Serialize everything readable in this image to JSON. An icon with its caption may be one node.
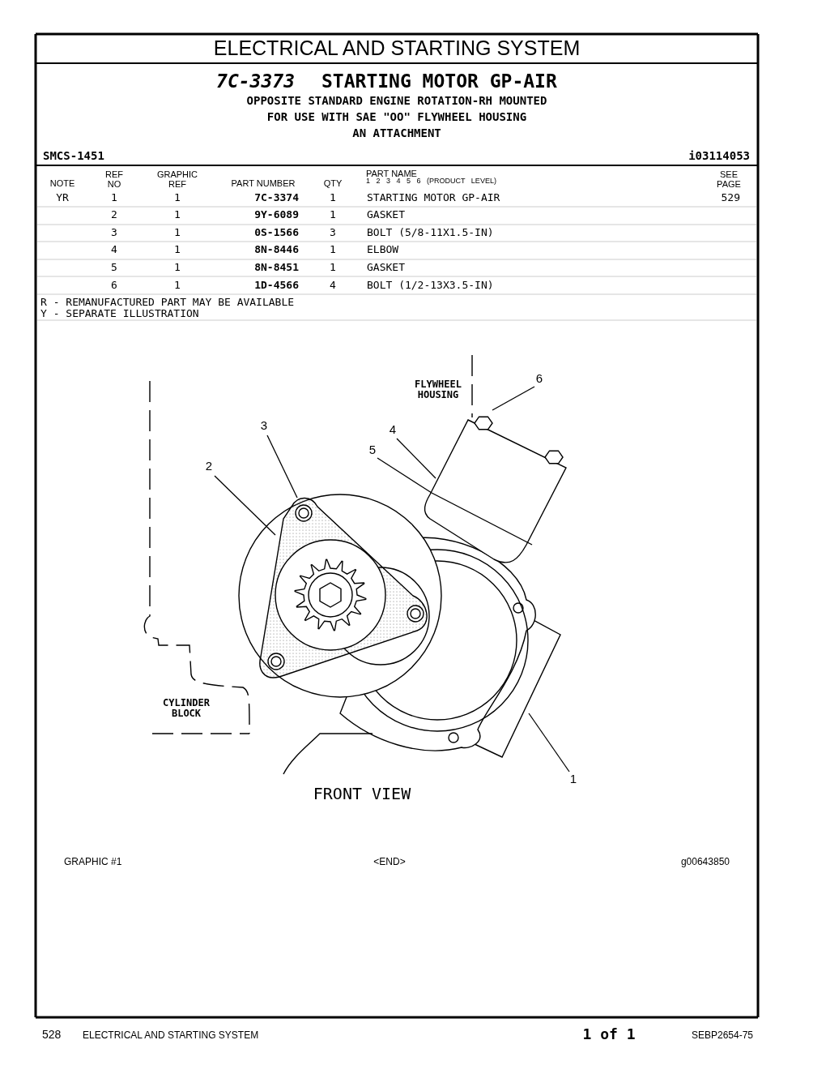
{
  "diagram": {
    "title": "ELECTRICAL AND STARTING SYSTEM",
    "nodes": [
      {
        "text": [
          "6"
        ]
      },
      {
        "text": [
          "3"
        ]
      },
      {
        "text": [
          "4"
        ]
      },
      {
        "text": [
          "5"
        ]
      },
      {
        "text": [
          "2"
        ]
      },
      {
        "text": [
          "1"
        ]
      }
    ],
    "edges": [
      {
        "from": 0,
        "to": null,
        "arrow": "none"
      },
      {
        "from": 1,
        "to": null,
        "arrow": "none"
      },
      {
        "from": 2,
        "to": null,
        "arrow": "none"
      },
      {
        "from": 3,
        "to": null,
        "arrow": "none"
      },
      {
        "from": 4,
        "to": null,
        "arrow": "none"
      },
      {
        "from": 5,
        "to": null,
        "arrow": "none"
      }
    ],
    "labels": [
      "7C-3373",
      "STARTING MOTOR GP-AIR",
      "OPPOSITE STANDARD ENGINE ROTATION-RH MOUNTED",
      "FOR USE WITH SAE \"OO\" FLYWHEEL HOUSING",
      "AN ATTACHMENT",
      "SMCS-1451",
      "i03114053",
      "NOTE",
      "REF NO",
      "GRAPHIC REF",
      "PART NUMBER",
      "QTY",
      "PART NAME",
      "1 2 3 4 5 6 (PRODUCT LEVEL)",
      "SEE PAGE",
      "YR",
      "1",
      "1",
      "7C-3374",
      "1",
      "STARTING MOTOR GP-AIR",
      "529",
      "2",
      "1",
      "9Y-6089",
      "1",
      "GASKET",
      "3",
      "1",
      "0S-1566",
      "3",
      "BOLT (5/8-11X1.5-IN)",
      "4",
      "1",
      "8N-8446",
      "1",
      "ELBOW",
      "5",
      "1",
      "8N-8451",
      "1",
      "GASKET",
      "6",
      "1",
      "1D-4566",
      "4",
      "BOLT (1/2-13X3.5-IN)",
      "R - REMANUFACTURED PART MAY BE AVAILABLE",
      "Y - SEPARATE ILLUSTRATION",
      "FLYWHEEL HOUSING",
      "CYLINDER BLOCK",
      "FRONT VIEW",
      "GRAPHIC #1",
      "<END>",
      "g00643850",
      "528",
      "ELECTRICAL AND STARTING SYSTEM",
      "1 of 1",
      "SEBP2654-75"
    ]
  }
}
